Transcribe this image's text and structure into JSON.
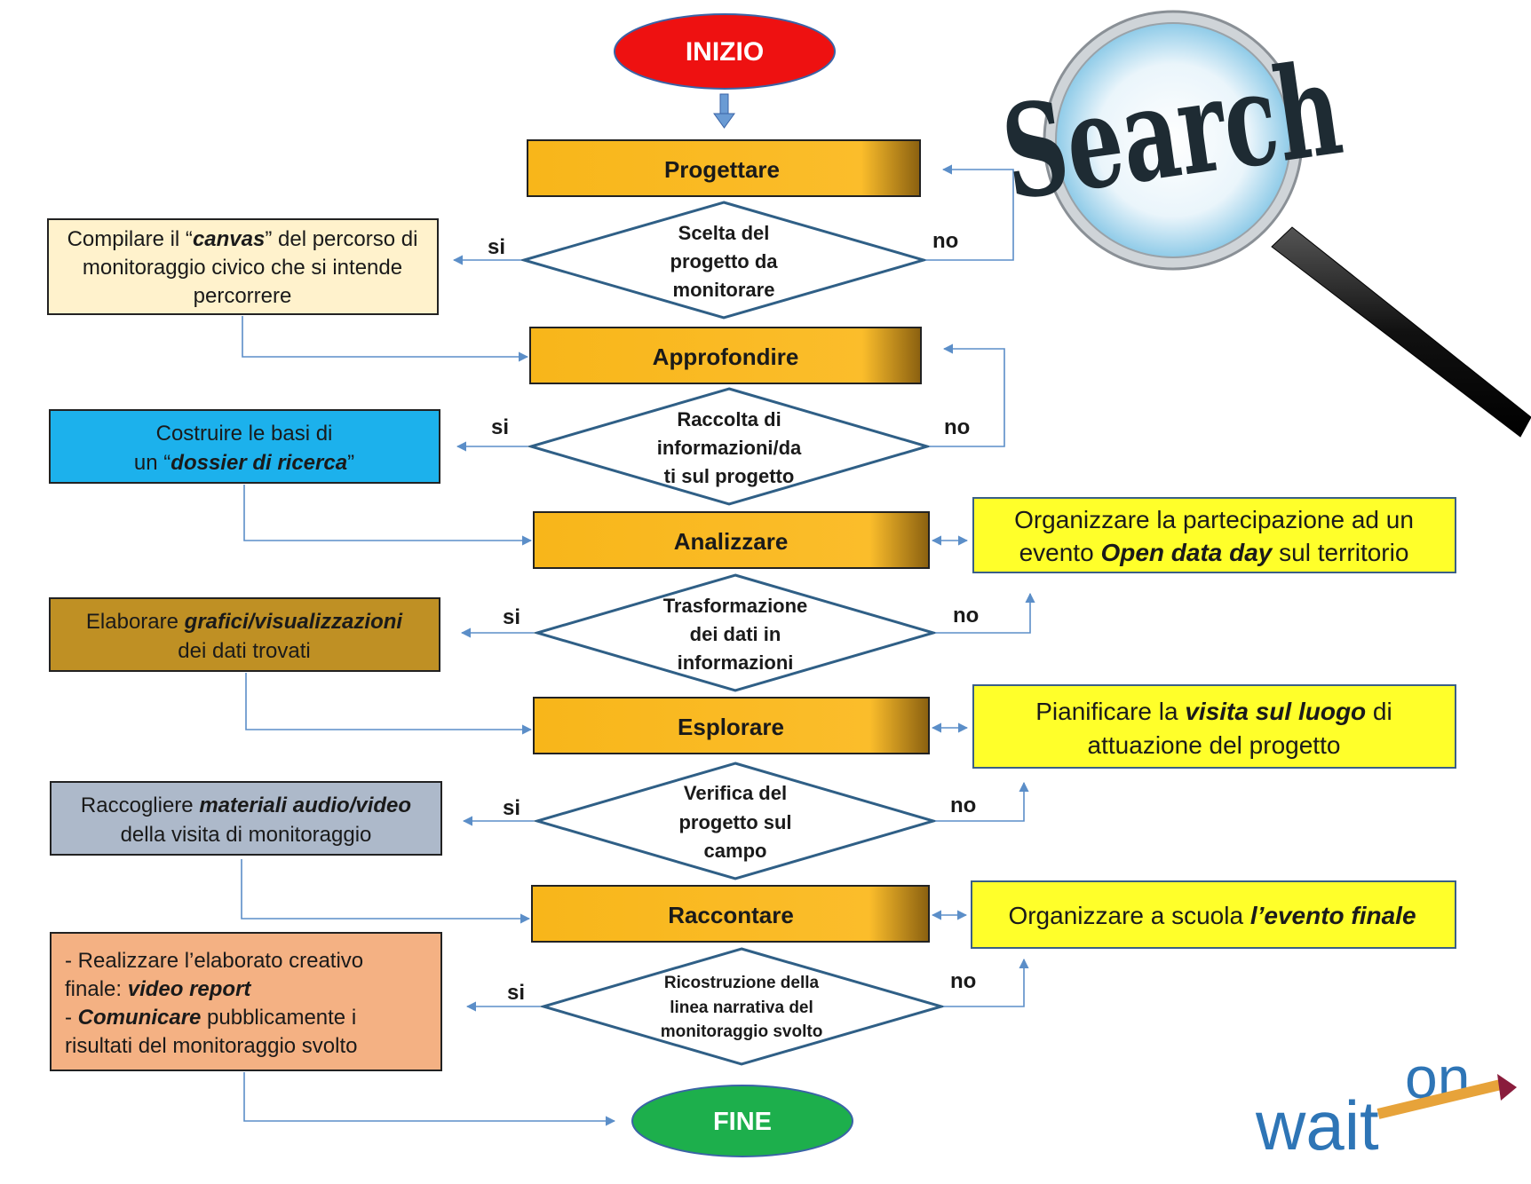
{
  "terminals": {
    "start": "INIZIO",
    "end": "FINE"
  },
  "steps": [
    "Progettare",
    "Approfondire",
    "Analizzare",
    "Esplorare",
    "Raccontare"
  ],
  "decisions": [
    [
      "Scelta del",
      "progetto da",
      "monitorare"
    ],
    [
      "Raccolta di",
      "informazioni/da",
      "ti sul progetto"
    ],
    [
      "Trasformazione",
      "dei dati in",
      "informazioni"
    ],
    [
      "Verifica del",
      "progetto sul",
      "campo"
    ],
    [
      "Ricostruzione della",
      "linea narrativa del",
      "monitoraggio svolto"
    ]
  ],
  "answers": {
    "yes": "si",
    "no": "no"
  },
  "left_boxes": {
    "b1": {
      "t1": "Compilare il “",
      "t2": "canvas",
      "t3": "” del percorso di",
      "l2": "monitoraggio civico che si intende",
      "l3": "percorrere"
    },
    "b2": {
      "l1": "Costruire le basi di",
      "t1": "un “",
      "t2": "dossier  di ricerca",
      "t3": "”"
    },
    "b3": {
      "t1": "Elaborare ",
      "t2": "grafici/visualizzazioni",
      "l2": "dei dati trovati"
    },
    "b4": {
      "t1": "Raccogliere ",
      "t2": "materiali audio/video",
      "l2": "della visita di monitoraggio"
    },
    "b5": {
      "l1": "- Realizzare l’elaborato creativo",
      "t1": "finale: ",
      "t2": "video report",
      "t3": "- ",
      "t4": "Comunicare",
      "t5": " pubblicamente i",
      "l4": "risultati del monitoraggio svolto"
    }
  },
  "right_boxes": {
    "r1": {
      "l1": "Organizzare la partecipazione ad un",
      "t1": "evento ",
      "t2": "Open data day",
      "t3": " sul territorio"
    },
    "r2": {
      "t1": "Pianificare la ",
      "t2": "visita sul luogo",
      "t3": " di",
      "l2": "attuazione del progetto"
    },
    "r3": {
      "t1": "Organizzare a scuola ",
      "t2": "l’evento finale"
    }
  },
  "logos": {
    "search": "Search",
    "brand_a": "wait",
    "brand_b": "on"
  },
  "colors": {
    "start": "#ee1111",
    "end": "#1daf4c",
    "step": "#fbbc2a",
    "box1": "#fff2cc",
    "box2": "#1cb1ec",
    "box3": "#bf9024",
    "box4": "#adb9ca",
    "box5": "#f4b183",
    "right": "#ffff2a",
    "connector": "#5b8ec8",
    "brand": "#2e75b6"
  }
}
